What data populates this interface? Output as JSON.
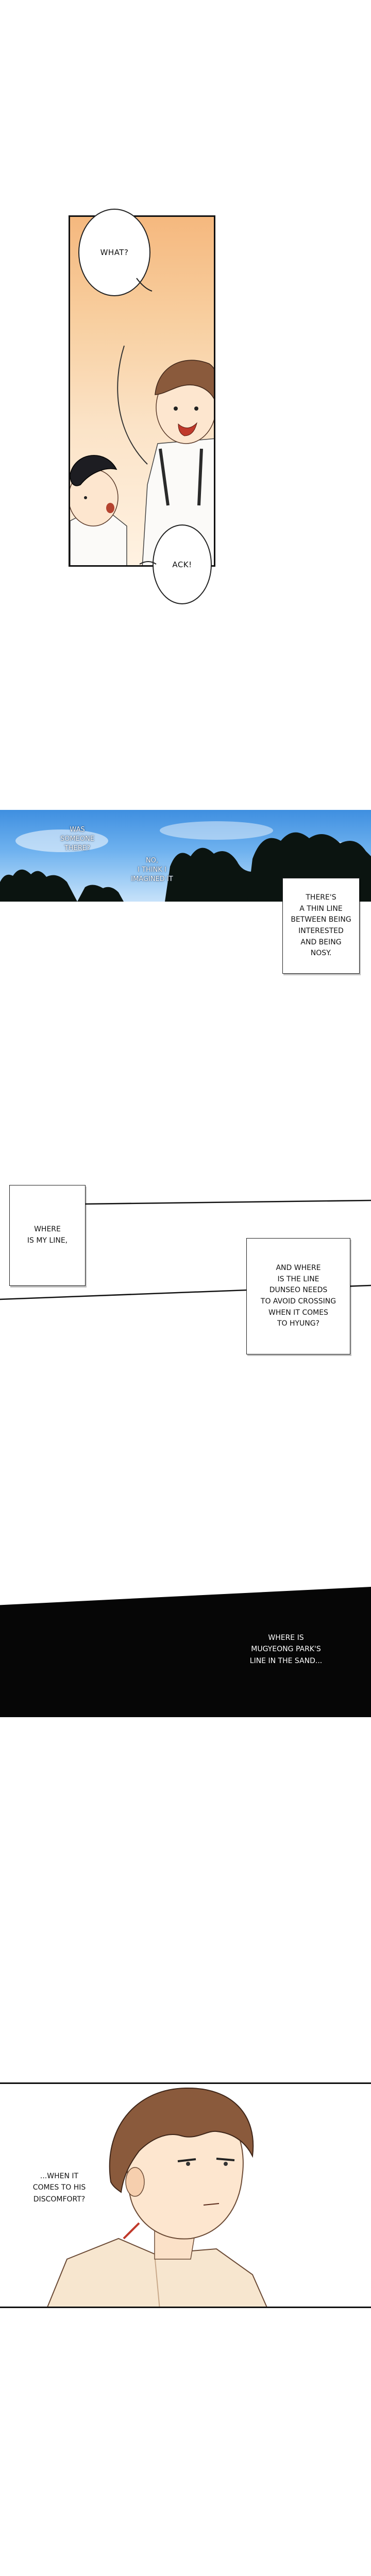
{
  "panel1": {
    "bubble_what": "WHAT?",
    "bubble_ack": "ACK!"
  },
  "sky_panel": {
    "line1": [
      "WAS",
      "SOMEONE",
      "THERE?"
    ],
    "line2": [
      "NO,",
      "I THINK I",
      "IMAGINED IT"
    ]
  },
  "caption_thin_line": [
    "THERE'S",
    "A THIN LINE",
    "BETWEEN BEING",
    "INTERESTED",
    "AND BEING",
    "NOSY."
  ],
  "caption_where_my_line": [
    "WHERE",
    "IS MY LINE,"
  ],
  "caption_dunseo": [
    "AND WHERE",
    "IS THE LINE",
    "DUNSEO NEEDS",
    "TO AVOID CROSSING",
    "WHEN IT COMES",
    "TO HYUNG?"
  ],
  "dark_text": [
    "WHERE IS",
    "MUGYEONG PARK'S",
    "LINE IN THE SAND..."
  ],
  "last_panel_text": [
    "...WHEN IT",
    "COMES TO HIS",
    "DISCOMFORT?"
  ],
  "colors": {
    "sky_top": "#3f8fe0",
    "panel_warm": "#f5b87e",
    "hair_brown": "#8a5a3c",
    "shirt_cream": "#f7e6cf",
    "black": "#060606"
  }
}
